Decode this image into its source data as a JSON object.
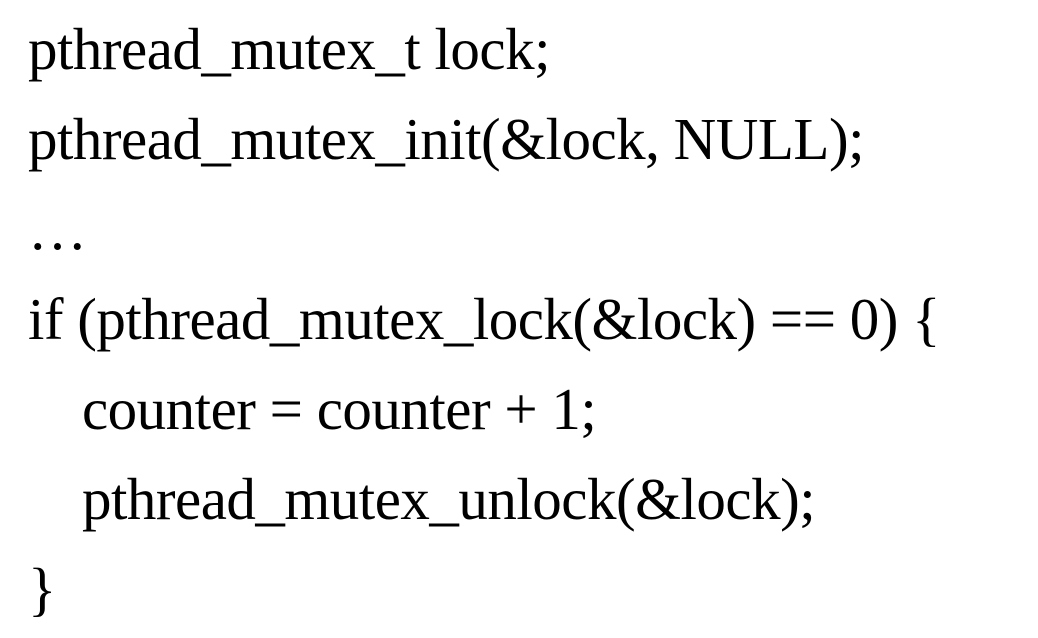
{
  "code": {
    "lines": [
      "pthread_mutex_t lock;",
      "pthread_mutex_init(&lock, NULL);",
      "…",
      "if (pthread_mutex_lock(&lock) == 0) {",
      "counter = counter + 1;",
      "pthread_mutex_unlock(&lock);",
      "}"
    ]
  }
}
